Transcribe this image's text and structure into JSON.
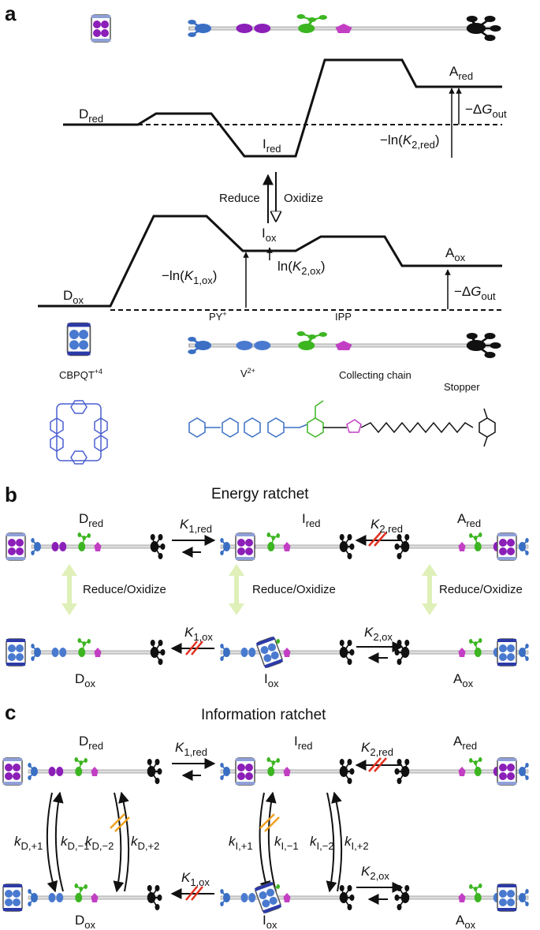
{
  "panel_a": {
    "letter": "a",
    "states_red": {
      "d": "D",
      "i": "I",
      "a": "A",
      "sub": "red"
    },
    "states_ox": {
      "d": "D",
      "i": "I",
      "a": "A",
      "sub": "ox"
    },
    "reduce": "Reduce",
    "oxidize": "Oxidize",
    "neg_ln_k2red": {
      "pre": "−ln(",
      "k": "K",
      "sub": "2,red",
      "post": ")"
    },
    "neg_ln_k1ox": {
      "pre": "−ln(",
      "k": "K",
      "sub": "1,ox",
      "post": ")"
    },
    "ln_k2ox": {
      "pre": "ln(",
      "k": "K",
      "sub": "2,ox",
      "post": ")"
    },
    "dg_out": {
      "pre": "−Δ",
      "g": "G",
      "sub": "out"
    },
    "py": "PY",
    "py_sup": "+",
    "ipp": "IPP",
    "v2": "V",
    "v2_sup": "2+",
    "cbpqt": "CBPQT",
    "cbpqt_sup": "+4",
    "collecting_chain": "Collecting chain",
    "stopper": "Stopper"
  },
  "panel_b": {
    "letter": "b",
    "title": "Energy ratchet",
    "reduce_oxidize": "Reduce/Oxidize",
    "k1red": {
      "k": "K",
      "sub": "1,red"
    },
    "k2red": {
      "k": "K",
      "sub": "2,red"
    },
    "k1ox": {
      "k": "K",
      "sub": "1,ox"
    },
    "k2ox": {
      "k": "K",
      "sub": "2,ox"
    }
  },
  "panel_c": {
    "letter": "c",
    "title": "Information ratchet",
    "rates": {
      "kd1": {
        "k": "k",
        "sub": "D,+1"
      },
      "kdm1": {
        "k": "k",
        "sub": "D,−1"
      },
      "kdm2": {
        "k": "k",
        "sub": "D,−2"
      },
      "kd2": {
        "k": "k",
        "sub": "D,+2"
      },
      "ki1": {
        "k": "k",
        "sub": "I,+1"
      },
      "kim1": {
        "k": "k",
        "sub": "I,−1"
      },
      "kim2": {
        "k": "k",
        "sub": "I,−2"
      },
      "ki2": {
        "k": "k",
        "sub": "I,+2"
      }
    }
  },
  "colors": {
    "viologen_blue": "#3a6fc4",
    "purple": "#8b1fb8",
    "green": "#3cb521",
    "magenta": "#c23fc4",
    "cbpqt_blue": "#4a5fd0",
    "arrow_light_green": "#dff0b8",
    "slash_red": "#e03020",
    "slash_orange": "#f0a020"
  }
}
